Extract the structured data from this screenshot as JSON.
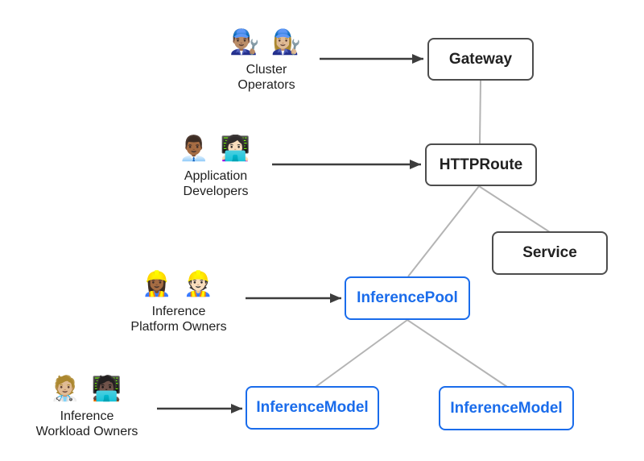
{
  "diagram": {
    "nodes": {
      "gateway": {
        "label": "Gateway"
      },
      "httproute": {
        "label": "HTTPRoute"
      },
      "service": {
        "label": "Service"
      },
      "inference_pool": {
        "label": "InferencePool"
      },
      "inference_model_left": {
        "label": "InferenceModel"
      },
      "inference_model_right": {
        "label": "InferenceModel"
      }
    },
    "personas": {
      "cluster_operators": {
        "emojis": "👨🏽‍🔧 👩🏼‍🔧",
        "line1": "Cluster",
        "line2": "Operators"
      },
      "application_developers": {
        "emojis": "👨🏾‍💼 👩🏻‍💻",
        "line1": "Application",
        "line2": "Developers"
      },
      "inference_platform_owners": {
        "emojis": "👷🏾‍♀️ 👷🏻",
        "line1": "Inference",
        "line2": "Platform Owners"
      },
      "inference_workload_owners": {
        "emojis": "🧑🏼‍⚕️ 🧑🏿‍💻",
        "line1": "Inference",
        "line2": "Workload Owners"
      }
    },
    "colors": {
      "core_node_border": "#4d4d4d",
      "core_node_text": "#212121",
      "extension_node_border": "#1a6ceb",
      "extension_node_text": "#1a6ceb",
      "connector_line": "#b4b4b4",
      "arrow": "#3d3d3d",
      "background": "#ffffff"
    }
  }
}
